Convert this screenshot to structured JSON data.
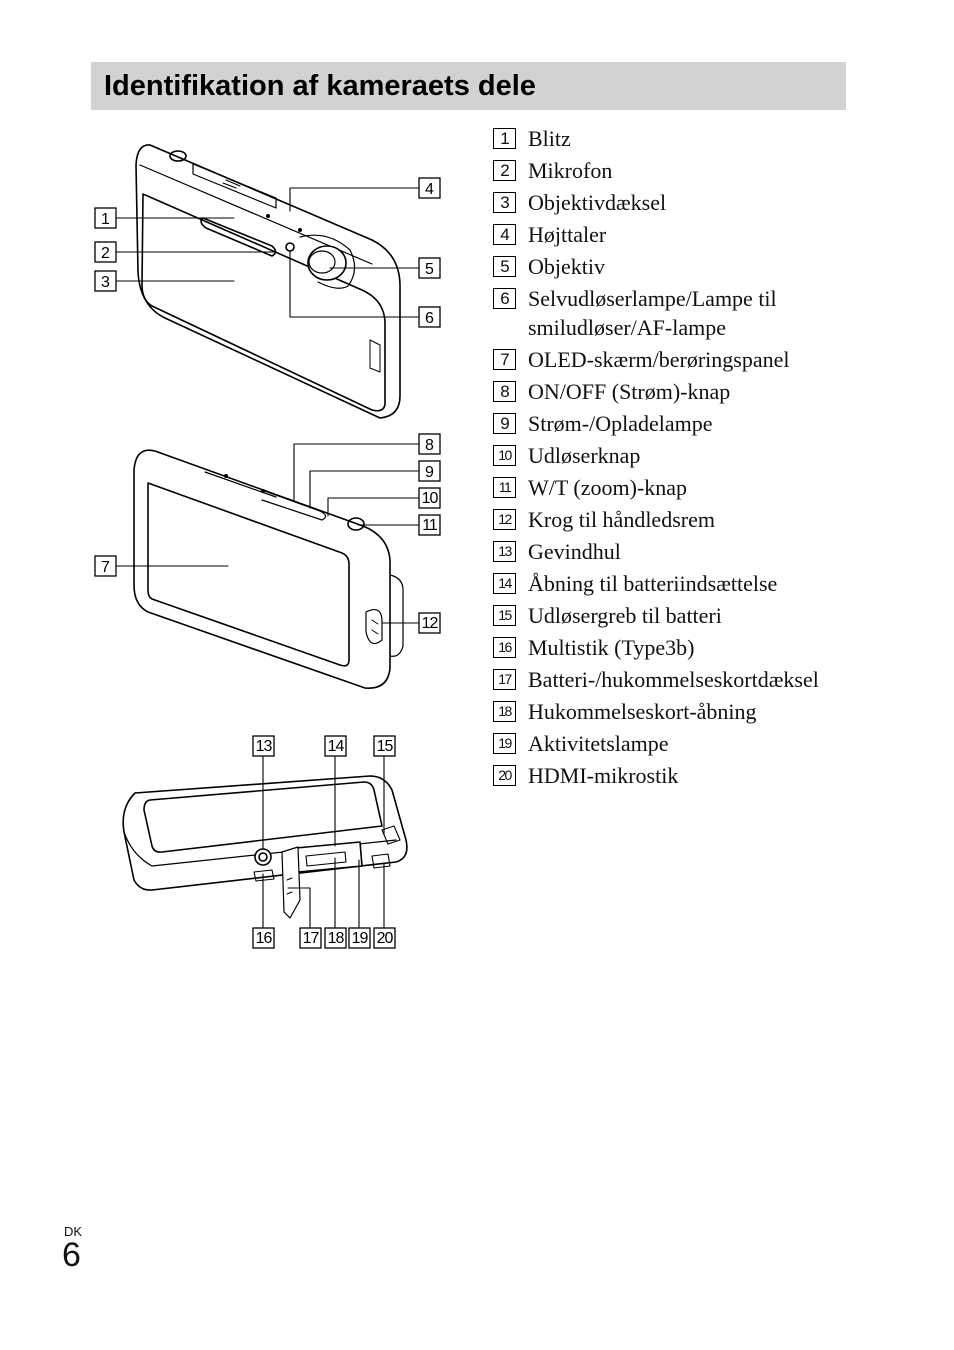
{
  "title": "Identifikation af kameraets dele",
  "parts": [
    {
      "num": "1",
      "label": "Blitz"
    },
    {
      "num": "2",
      "label": "Mikrofon"
    },
    {
      "num": "3",
      "label": "Objektivdæksel"
    },
    {
      "num": "4",
      "label": "Højttaler"
    },
    {
      "num": "5",
      "label": "Objektiv"
    },
    {
      "num": "6",
      "label": "Selvudløserlampe/Lampe til smiludløser/AF-lampe"
    },
    {
      "num": "7",
      "label": "OLED-skærm/berøringspanel"
    },
    {
      "num": "8",
      "label": "ON/OFF (Strøm)-knap"
    },
    {
      "num": "9",
      "label": "Strøm-/Opladelampe"
    },
    {
      "num": "10",
      "label": "Udløserknap"
    },
    {
      "num": "11",
      "label": "W/T (zoom)-knap"
    },
    {
      "num": "12",
      "label": "Krog til håndledsrem"
    },
    {
      "num": "13",
      "label": "Gevindhul"
    },
    {
      "num": "14",
      "label": "Åbning til batteriindsættelse"
    },
    {
      "num": "15",
      "label": "Udløsergreb til batteri"
    },
    {
      "num": "16",
      "label": "Multistik (Type3b)"
    },
    {
      "num": "17",
      "label": "Batteri-/hukommelseskortdæksel"
    },
    {
      "num": "18",
      "label": "Hukommelseskort-åbning"
    },
    {
      "num": "19",
      "label": "Aktivitetslampe"
    },
    {
      "num": "20",
      "label": "HDMI-mikrostik"
    }
  ],
  "footer": {
    "lang": "DK",
    "page": "6"
  }
}
